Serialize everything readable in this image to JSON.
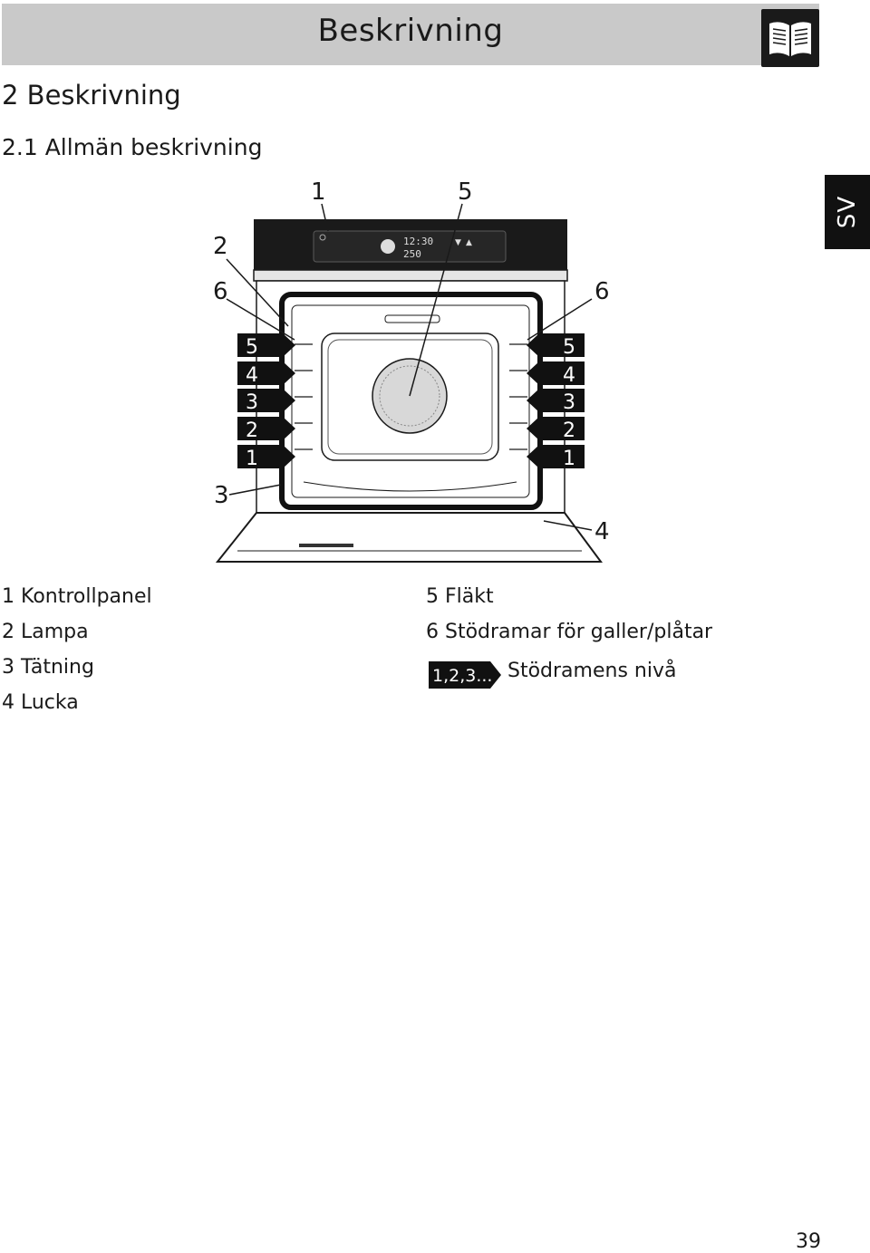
{
  "header": {
    "title": "Beskrivning",
    "icon": "open-book-icon"
  },
  "language_tab": "SV",
  "section_title": "2 Beskrivning",
  "subsection_title": "2.1 Allmän beskrivning",
  "diagram": {
    "callouts": {
      "top_left_1": "1",
      "top_5": "5",
      "left_2": "2",
      "left_6": "6",
      "right_6": "6",
      "left_3": "3",
      "right_4": "4"
    },
    "rack_levels": [
      "5",
      "4",
      "3",
      "2",
      "1"
    ],
    "display": {
      "time": "12:30",
      "temp": "250"
    }
  },
  "legend_left": [
    "1 Kontrollpanel",
    "2 Lampa",
    "3 Tätning",
    "4 Lucka"
  ],
  "legend_right": [
    "5 Fläkt",
    "6 Stödramar för galler/plåtar"
  ],
  "level_badge": "1,2,3...",
  "level_text": "Stödramens nivå",
  "page_number": "39"
}
